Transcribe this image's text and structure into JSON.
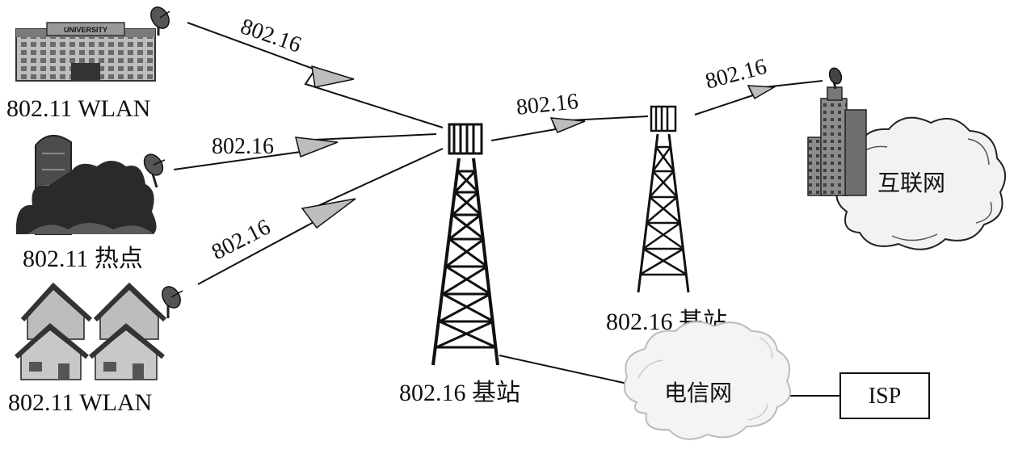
{
  "sites": {
    "campus": {
      "label": "802.11 WLAN",
      "sign": "UNIVERSITY"
    },
    "hotspot": {
      "label": "802.11 热点"
    },
    "homes": {
      "label": "802.11 WLAN"
    }
  },
  "links": {
    "campus_to_main": "802.16",
    "hotspot_to_main": "802.16",
    "homes_to_main": "802.16",
    "main_to_relay": "802.16",
    "relay_to_internet": "802.16"
  },
  "stations": {
    "main": {
      "label": "802.16 基站"
    },
    "relay": {
      "label": "802.16 基站"
    }
  },
  "networks": {
    "internet": "互联网",
    "telecom": "电信网",
    "isp": "ISP"
  }
}
